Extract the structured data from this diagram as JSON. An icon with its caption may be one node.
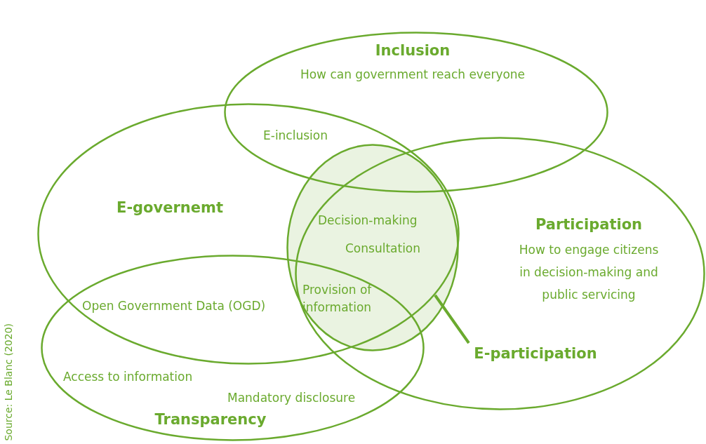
{
  "diagram": {
    "caption": "Source: Le Blanc (2020)",
    "nodes": [
      {
        "text": [
          "Inclusion",
          "How can government reach everyone"
        ]
      },
      {
        "text": [
          "E-governemt"
        ]
      },
      {
        "text": [
          "Participation",
          "How to engage citizens in decision-making and public servicing"
        ]
      },
      {
        "text": [
          "Transparency"
        ]
      },
      {
        "text": [],
        "shape": "circle"
      },
      {
        "text": [
          "E-participation"
        ],
        "in": 2
      }
    ],
    "edges": [
      {
        "from": 5,
        "to": 4,
        "arrow": "none"
      }
    ],
    "labels": [
      "E-inclusion",
      "Decision-making",
      "Consultation",
      "Provision of information",
      "Open Government Data (OGD)",
      "Access to information",
      "Mandatory disclosure"
    ]
  }
}
